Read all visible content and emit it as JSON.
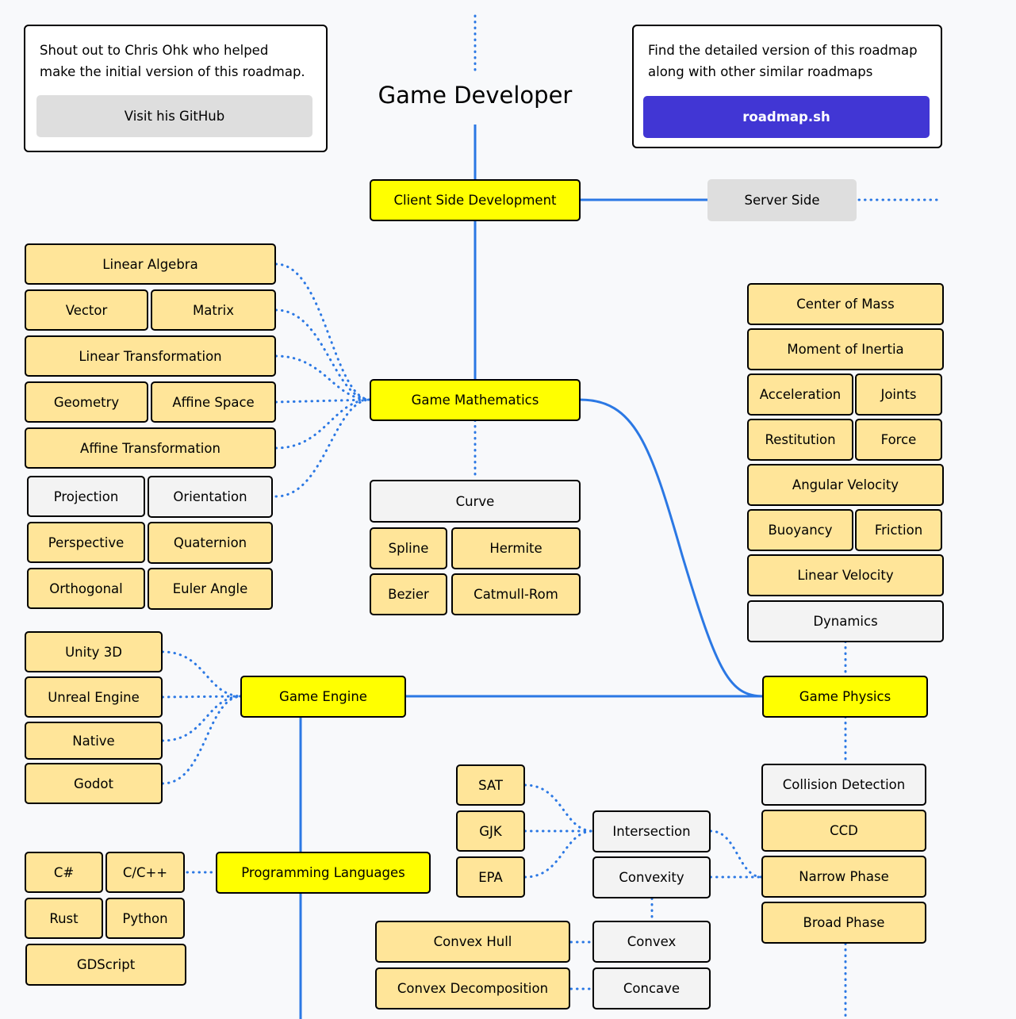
{
  "title": "Game Developer",
  "credit_card": {
    "text_line1": "Shout out to Chris Ohk who helped",
    "text_line2": "make the initial version of this roadmap.",
    "button": "Visit his GitHub"
  },
  "roadmap_card": {
    "text_line1": "Find the detailed version of this roadmap",
    "text_line2": "along with other similar roadmaps",
    "button": "roadmap.sh",
    "button_color": "#4136d4"
  },
  "colors": {
    "topic": "#ffff00",
    "subtopic": "#ffe599",
    "optional": "#f3f3f3",
    "line": "#2b78e4"
  },
  "nodes": {
    "client_side": "Client Side Development",
    "server_side": "Server Side",
    "game_math": "Game Mathematics",
    "linear_algebra": "Linear Algebra",
    "vector": "Vector",
    "matrix": "Matrix",
    "linear_transformation": "Linear Transformation",
    "geometry": "Geometry",
    "affine_space": "Affine Space",
    "affine_transformation": "Affine Transformation",
    "projection": "Projection",
    "orientation": "Orientation",
    "perspective": "Perspective",
    "quaternion": "Quaternion",
    "orthogonal": "Orthogonal",
    "euler_angle": "Euler Angle",
    "curve": "Curve",
    "spline": "Spline",
    "hermite": "Hermite",
    "bezier": "Bezier",
    "catmull_rom": "Catmull-Rom",
    "center_of_mass": "Center of Mass",
    "moment_of_inertia": "Moment of Inertia",
    "acceleration": "Acceleration",
    "joints": "Joints",
    "restitution": "Restitution",
    "force": "Force",
    "angular_velocity": "Angular Velocity",
    "buoyancy": "Buoyancy",
    "friction": "Friction",
    "linear_velocity": "Linear Velocity",
    "dynamics": "Dynamics",
    "game_engine": "Game Engine",
    "game_physics": "Game Physics",
    "unity": "Unity 3D",
    "unreal": "Unreal Engine",
    "native": "Native",
    "godot": "Godot",
    "sat": "SAT",
    "gjk": "GJK",
    "epa": "EPA",
    "intersection": "Intersection",
    "convexity": "Convexity",
    "collision_detection": "Collision Detection",
    "ccd": "CCD",
    "narrow_phase": "Narrow Phase",
    "broad_phase": "Broad Phase",
    "csharp": "C#",
    "cpp": "C/C++",
    "rust": "Rust",
    "python": "Python",
    "gdscript": "GDScript",
    "programming_languages": "Programming Languages",
    "convex_hull": "Convex Hull",
    "convex": "Convex",
    "convex_decomposition": "Convex Decomposition",
    "concave": "Concave"
  }
}
